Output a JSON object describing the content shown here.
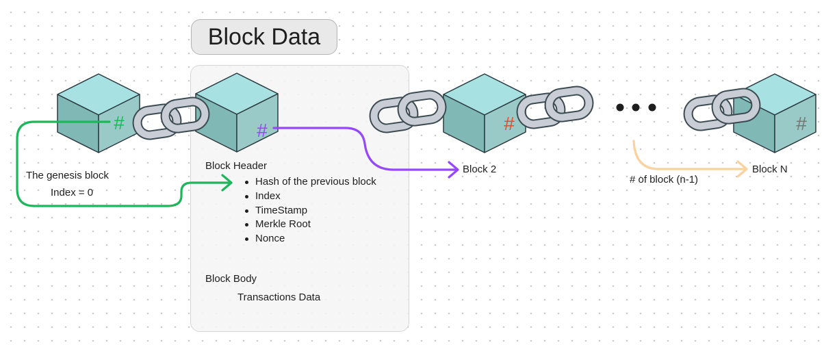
{
  "title": "Block Data",
  "hash_symbol": "#",
  "genesis": {
    "caption": "The genesis block",
    "index_label": "Index = 0"
  },
  "block_header": {
    "heading": "Block Header",
    "fields": [
      "Hash of the previous block",
      "Index",
      "TimeStamp",
      "Merkle Root",
      "Nonce"
    ]
  },
  "block_body": {
    "heading": "Block Body",
    "content": "Transactions Data"
  },
  "labels": {
    "block_2": "Block 2",
    "block_n": "Block N",
    "block_count": "# of block (n-1)"
  },
  "colors": {
    "cube_top": "#a7e1e2",
    "cube_left": "#80b8b5",
    "cube_right": "#9acac7",
    "outline": "#2b3a40",
    "chain_fill": "#c8cdd6",
    "chain_outline": "#3c4a52",
    "arrow_genesis": "#1eb65a",
    "arrow_block_header": "#9747ff",
    "arrow_block_count": "#fbd19d",
    "hash_genesis": "#1eb65a",
    "hash_block_1": "#9747ff",
    "hash_block_2": "#f24822",
    "hash_block_n": "#757575"
  }
}
